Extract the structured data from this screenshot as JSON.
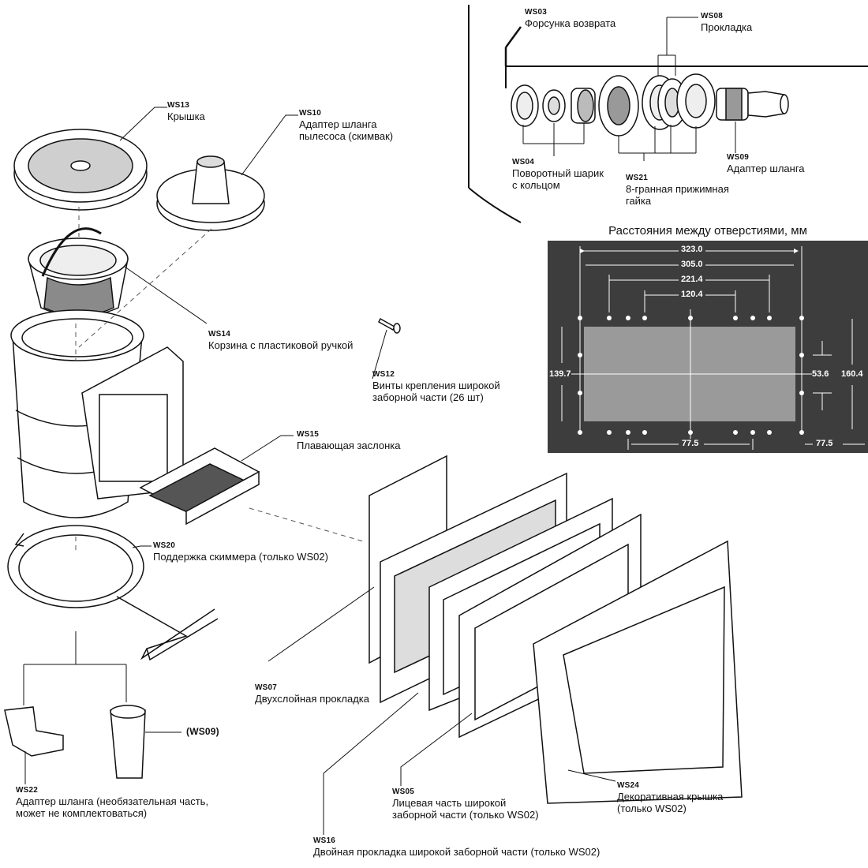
{
  "labels": {
    "ws03": {
      "code": "WS03",
      "desc": "Форсунка возврата"
    },
    "ws08": {
      "code": "WS08",
      "desc": "Прокладка"
    },
    "ws04": {
      "code": "WS04",
      "desc": "Поворотный шарик\nс кольцом"
    },
    "ws21": {
      "code": "WS21",
      "desc": "8-гранная прижимная\nгайка"
    },
    "ws09": {
      "code": "WS09",
      "desc": "Адаптер шланга"
    },
    "ws13": {
      "code": "WS13",
      "desc": "Крышка"
    },
    "ws10": {
      "code": "WS10",
      "desc": "Адаптер шланга\nпылесоса (скимвак)"
    },
    "ws14": {
      "code": "WS14",
      "desc": "Корзина с пластиковой ручкой"
    },
    "ws12": {
      "code": "WS12",
      "desc": "Винты крепления широкой\nзаборной части (26 шт)"
    },
    "ws15": {
      "code": "WS15",
      "desc": "Плавающая заслонка"
    },
    "ws20": {
      "code": "WS20",
      "desc": "Поддержка скиммера (только WS02)"
    },
    "ws07": {
      "code": "WS07",
      "desc": "Двухслойная прокладка"
    },
    "ws09b": {
      "code": "(WS09)"
    },
    "ws22": {
      "code": "WS22",
      "desc": "Адаптер шланга (необязательная часть,\nможет не комплектоваться)"
    },
    "ws05": {
      "code": "WS05",
      "desc": "Лицевая часть широкой\nзаборной части (только WS02)"
    },
    "ws24": {
      "code": "WS24",
      "desc": "Декоративная крышка\n(только WS02)"
    },
    "ws16": {
      "code": "WS16",
      "desc": "Двойная прокладка широкой заборной части (только WS02)"
    }
  },
  "dimensions": {
    "title": "Расстояния между отверстиями, мм",
    "d323": "323.0",
    "d305": "305.0",
    "d2214": "221.4",
    "d1204": "120.4",
    "d1397": "139.7",
    "d536": "53.6",
    "d1604": "160.4",
    "d775a": "77.5",
    "d775b": "77.5"
  },
  "colors": {
    "panel": "#3d3d3d",
    "window": "#9a9a9a",
    "line": "#111111",
    "fill": "#cfcfcf"
  }
}
